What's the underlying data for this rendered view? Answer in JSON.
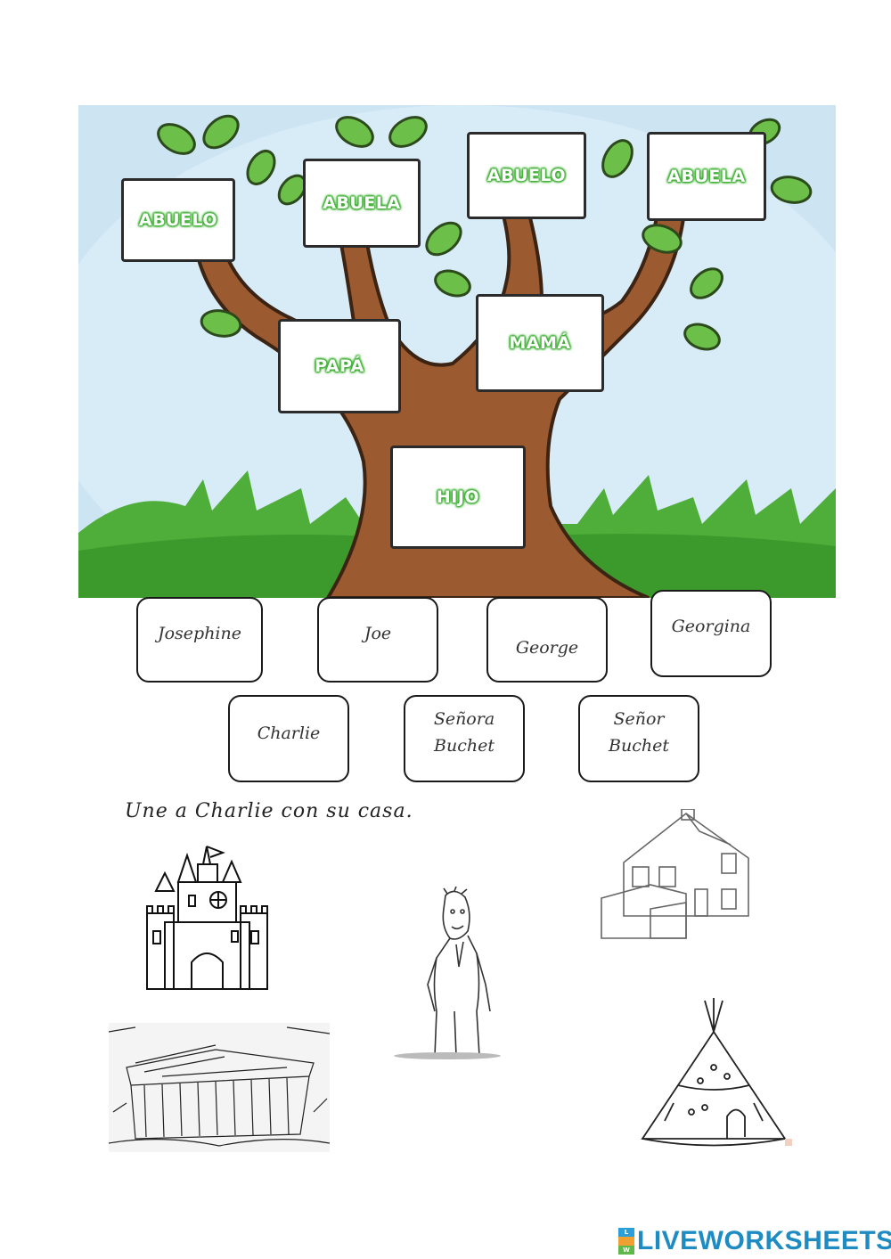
{
  "tree": {
    "labels": {
      "grandfather_left": "ABUELO",
      "grandmother_left": "ABUELA",
      "grandfather_right": "ABUELO",
      "grandmother_right": "ABUELA",
      "father": "PAPÁ",
      "mother": "MAMÁ",
      "son": "HIJO"
    }
  },
  "names": {
    "josephine": "Josephine",
    "joe": "Joe",
    "george": "George",
    "georgina": "Georgina",
    "charlie": "Charlie",
    "senora_line1": "Señora",
    "senora_line2": "Buchet",
    "senor_line1": "Señor",
    "senor_line2": "Buchet"
  },
  "instruction": "Une a Charlie con su casa.",
  "footer": {
    "logo_text": "LIVEWORKSHEETS",
    "badge_letters": [
      "L",
      "W"
    ]
  },
  "colors": {
    "sky": "#cde5f3",
    "grass": "#4fae3a",
    "trunk": "#9b5a2f",
    "leaf": "#6cc04a",
    "label_glow": "#3fae35",
    "logo_blue": "#1e8bc3"
  }
}
